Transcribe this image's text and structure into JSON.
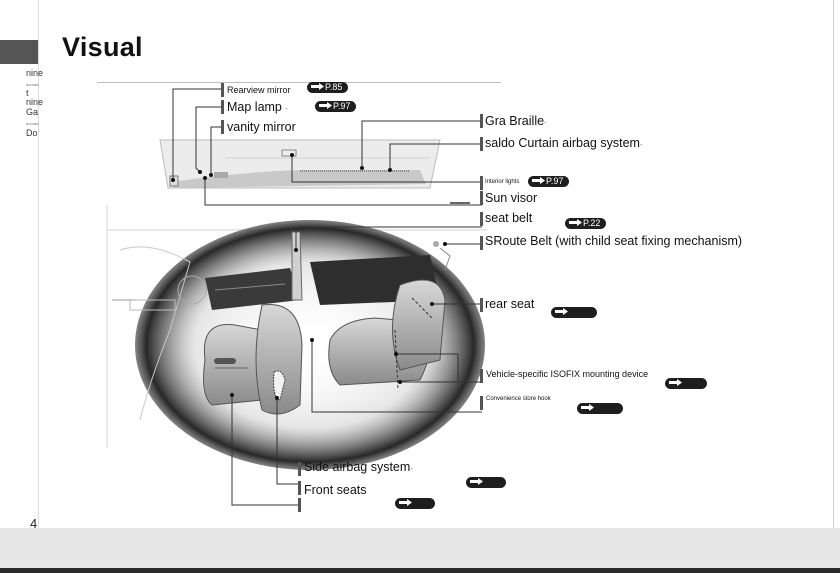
{
  "page": {
    "title": "Visual",
    "page_number": "4"
  },
  "side_nav": {
    "lines": [
      {
        "text": "nine",
        "tag": "domain"
      },
      {
        "text": "t",
        "tag": ""
      },
      {
        "text": "nine",
        "tag": ""
      },
      {
        "text": "Ga",
        "tag": "domain"
      },
      {
        "text": "Do",
        "tag": ""
      }
    ]
  },
  "labels": {
    "rearview_mirror": "Rearview mirror",
    "rearview_mirror_ref": "P.85",
    "map_lamp": "Map lamp",
    "map_lamp_ref": "P.97",
    "vanity_mirror": "vanity mirror",
    "gra_braille": "Gra Braille",
    "curtain_airbag": "saldo Curtain airbag system",
    "interior_lights": "Interior lights",
    "interior_lights_ref": "P.97",
    "sun_visor": "Sun visor",
    "seat_belt": "seat belt",
    "seat_belt_ref": "P.22",
    "route_belt": "SRoute Belt (with child seat fixing mechanism)",
    "rear_seat": "rear seat",
    "isofix": "Vehicle-specific ISOFIX mounting device",
    "convenience_hook": "Convenience store hook",
    "side_airbag": "Side airbag system",
    "front_seats": "Front seats",
    "dash_suffix": "-"
  }
}
